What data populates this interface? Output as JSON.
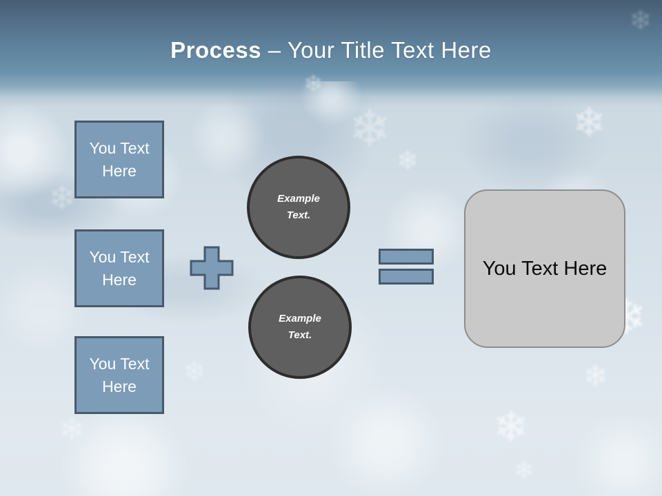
{
  "slide": {
    "title": {
      "keyword": "Process",
      "rest": " – Your Title Text Here"
    },
    "input_boxes": [
      {
        "label": "You Text Here"
      },
      {
        "label": "You Text Here"
      },
      {
        "label": "You Text Here"
      }
    ],
    "operators": {
      "plus": "plus-icon",
      "equals": "equals-icon"
    },
    "example_circles": [
      {
        "label": "Example Text."
      },
      {
        "label": "Example Text."
      }
    ],
    "result_box": {
      "label": "You Text Here"
    },
    "decor": {
      "snowflake_glyph": "❄"
    },
    "colors": {
      "header_top": "#475e74",
      "header_blue": "#6b92ac",
      "body_light": "#dce5ec",
      "shape_fill": "#7d9cb8",
      "shape_border": "#47596c",
      "circle_fill": "#5f5f5f",
      "circle_border": "#2d2d2d",
      "result_fill": "#c9c9c9",
      "result_border": "#8d8d8d",
      "title_text": "#ffffff",
      "result_text": "#000000"
    }
  }
}
